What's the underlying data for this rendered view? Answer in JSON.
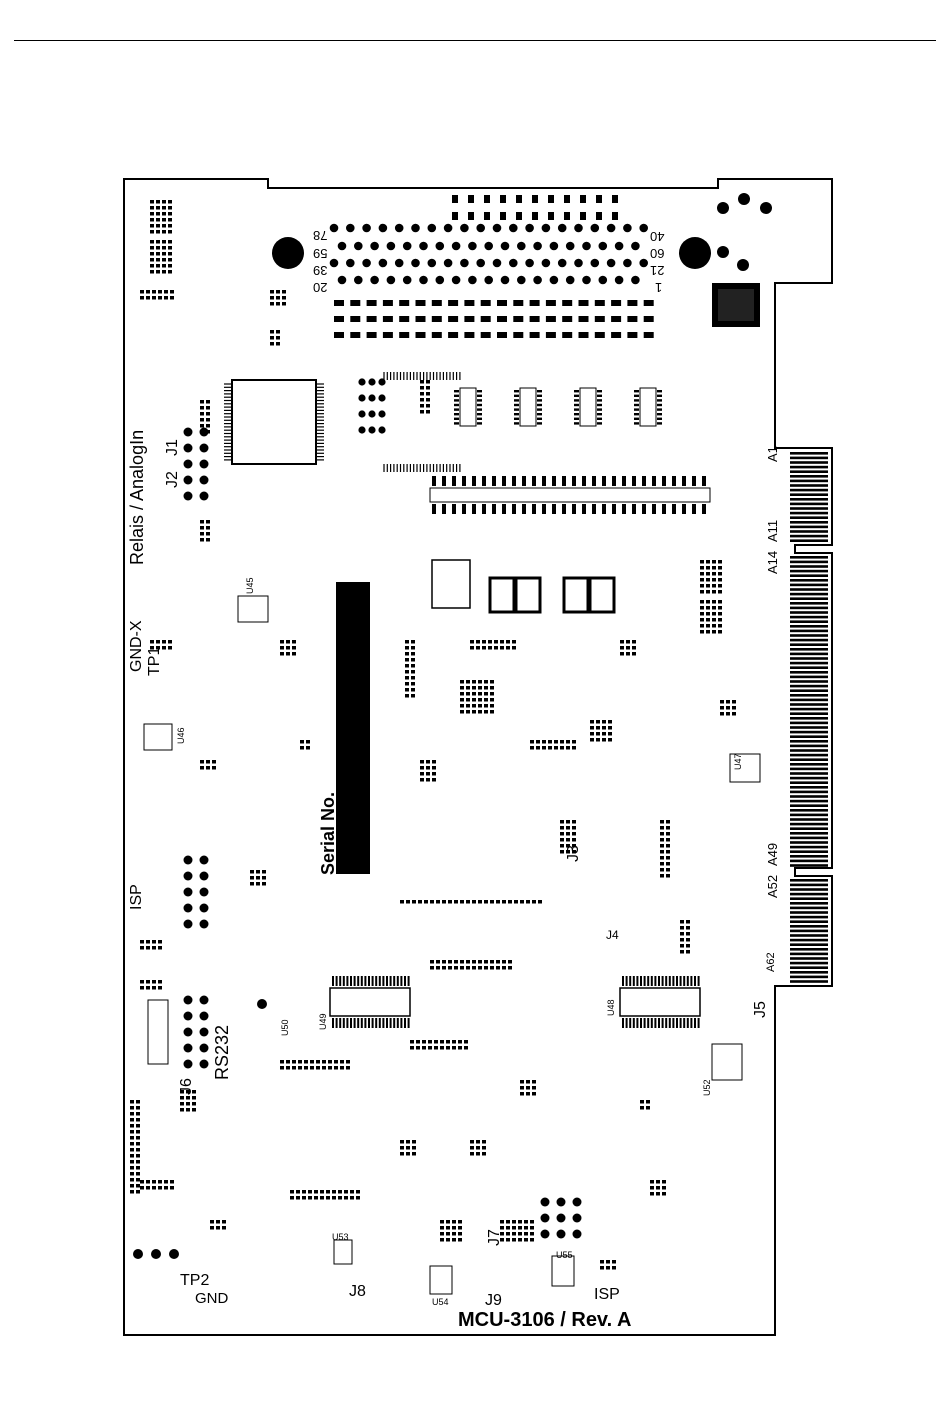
{
  "board": {
    "name": "MCU-3106 / Rev. A",
    "serial_label": "Serial No.",
    "relay_label": "Relais / AnalogIn",
    "rs232_label": "RS232",
    "isp_left_label": "ISP",
    "isp_bottom_label": "ISP",
    "gnd_x_label": "GND-X",
    "tp1_label": "TP1",
    "tp2_label": "TP2",
    "gnd_label": "GND",
    "connector_labels": [
      "J1",
      "J2",
      "J3",
      "J4",
      "J5",
      "J6",
      "J7",
      "J8",
      "J9"
    ],
    "pin_labels": [
      "78",
      "59",
      "39",
      "20",
      "1",
      "21",
      "40",
      "60"
    ],
    "edge_labels": [
      "A1",
      "A11",
      "A14",
      "A49",
      "A52",
      "A62"
    ],
    "chips": [
      "U45",
      "U46",
      "U47",
      "U48",
      "U49",
      "U50",
      "U52",
      "U53",
      "U54",
      "U55"
    ]
  },
  "colors": {
    "ink": "#000000",
    "paper": "#ffffff"
  }
}
